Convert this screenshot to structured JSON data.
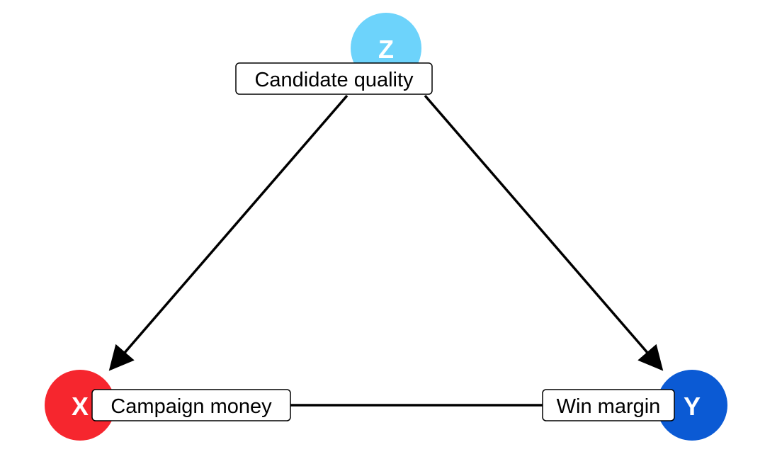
{
  "nodes": {
    "z": {
      "letter": "Z",
      "label": "Candidate quality",
      "color": "#6dd3fb"
    },
    "x": {
      "letter": "X",
      "label": "Campaign money",
      "color": "#f6262e"
    },
    "y": {
      "letter": "Y",
      "label": "Win margin",
      "color": "#0b5ad4"
    }
  },
  "edges": [
    {
      "from": "z",
      "to": "x",
      "directed": true
    },
    {
      "from": "z",
      "to": "y",
      "directed": true
    },
    {
      "from": "x",
      "to": "y",
      "directed": false
    }
  ],
  "colors": {
    "edge": "#000000",
    "label_border": "#000000",
    "label_fill": "#ffffff"
  }
}
